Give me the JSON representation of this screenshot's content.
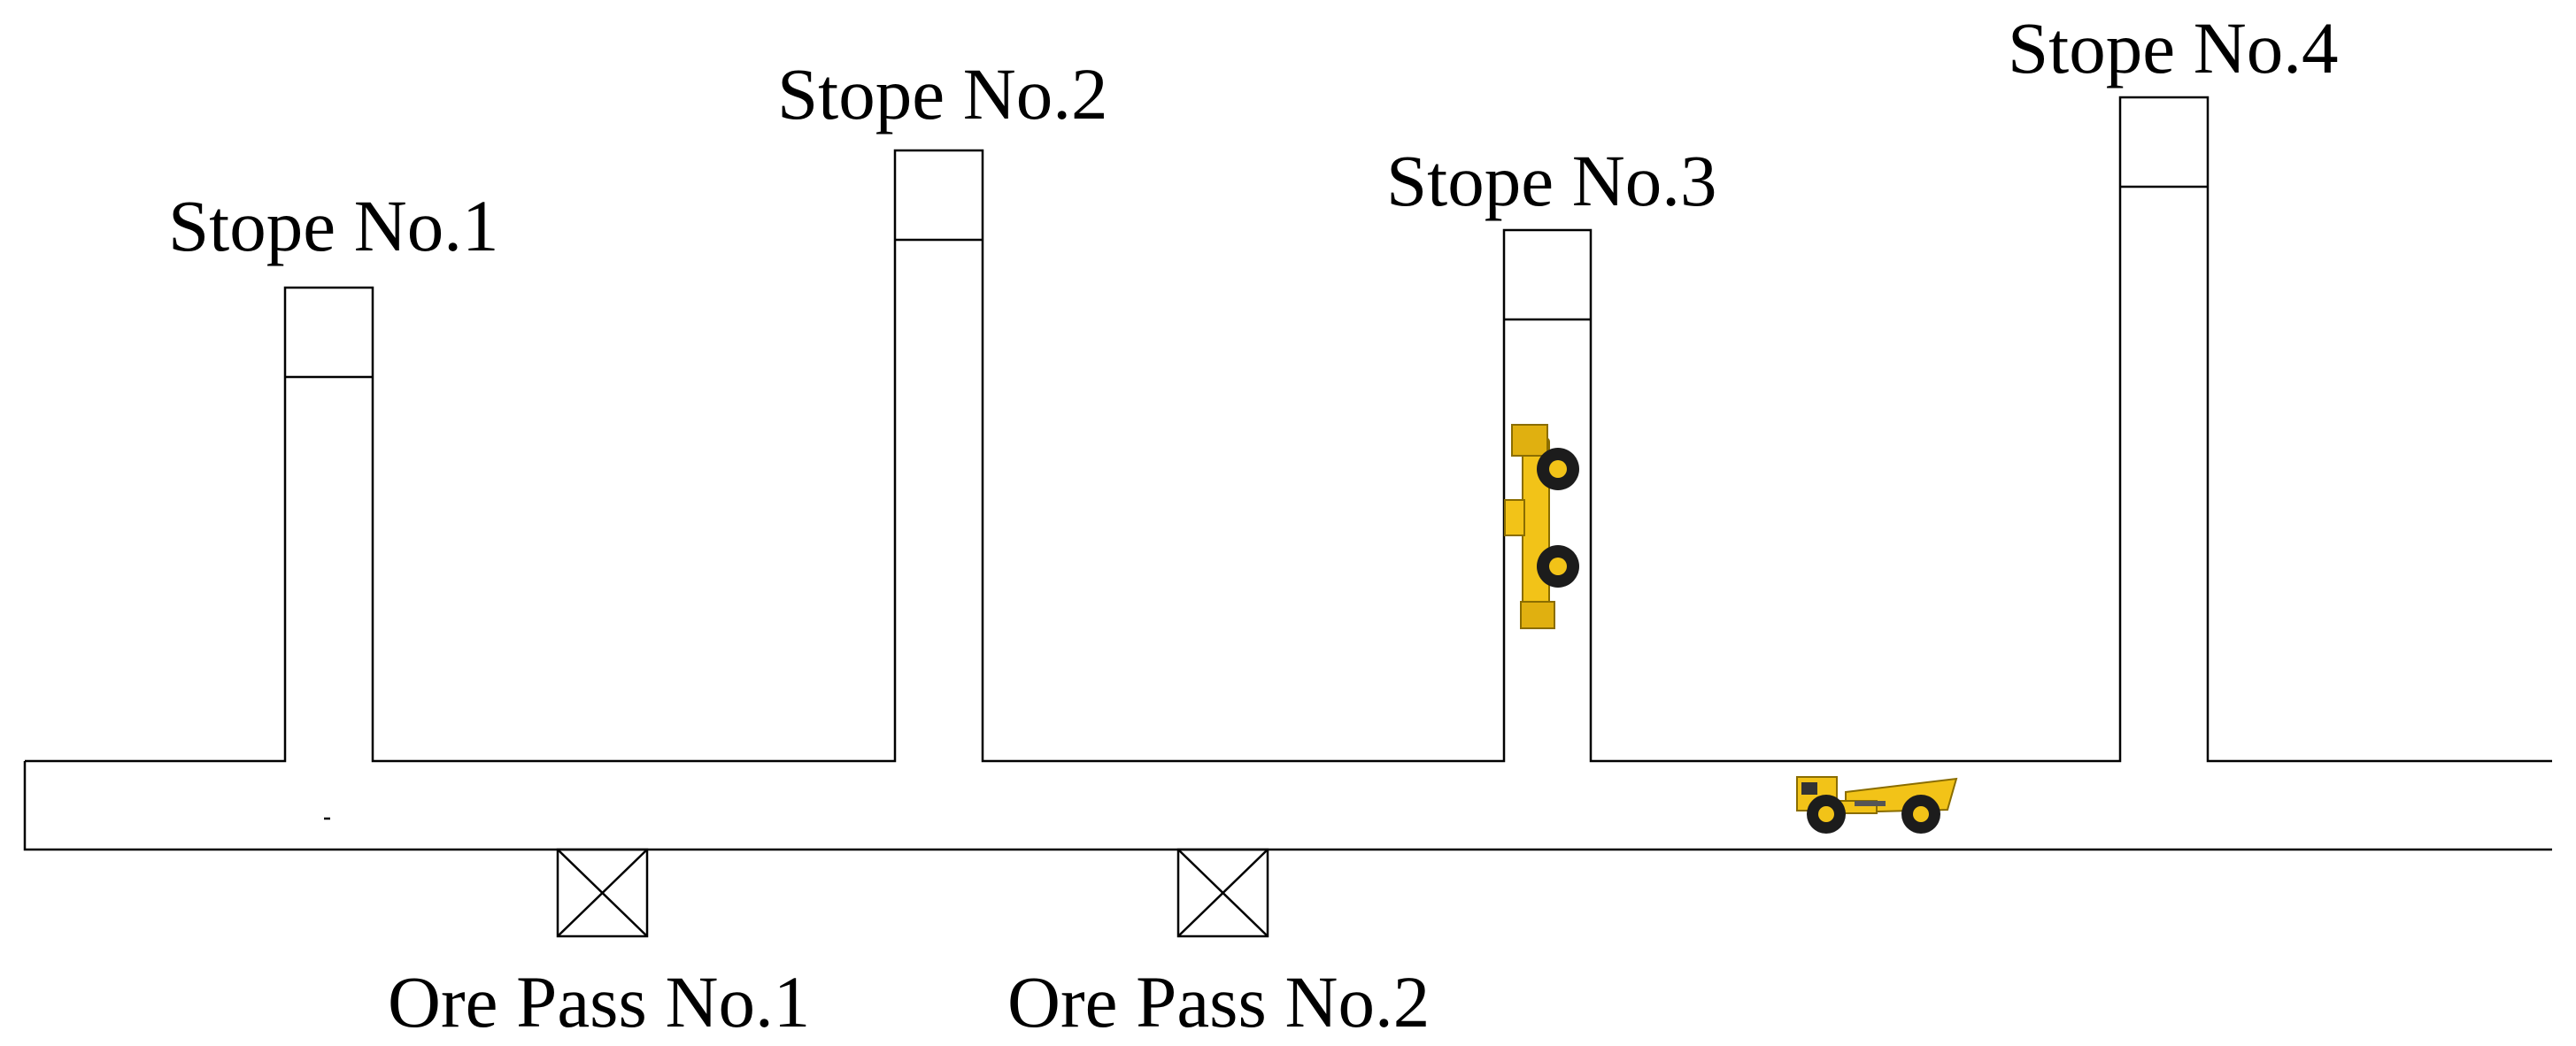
{
  "diagram": {
    "stopes": [
      {
        "label": "Stope No.1"
      },
      {
        "label": "Stope No.2"
      },
      {
        "label": "Stope No.3"
      },
      {
        "label": "Stope No.4"
      }
    ],
    "ore_passes": [
      {
        "label": "Ore Pass No.1"
      },
      {
        "label": "Ore Pass No.2"
      }
    ],
    "vehicles": [
      {
        "name": "loader",
        "location": "Stope No.3"
      },
      {
        "name": "haul-truck",
        "location": "main drift"
      }
    ],
    "colors": {
      "line": "#000000",
      "vehicle_body": "#f2c318",
      "vehicle_dark": "#1c1c1c",
      "background": "#ffffff"
    }
  }
}
